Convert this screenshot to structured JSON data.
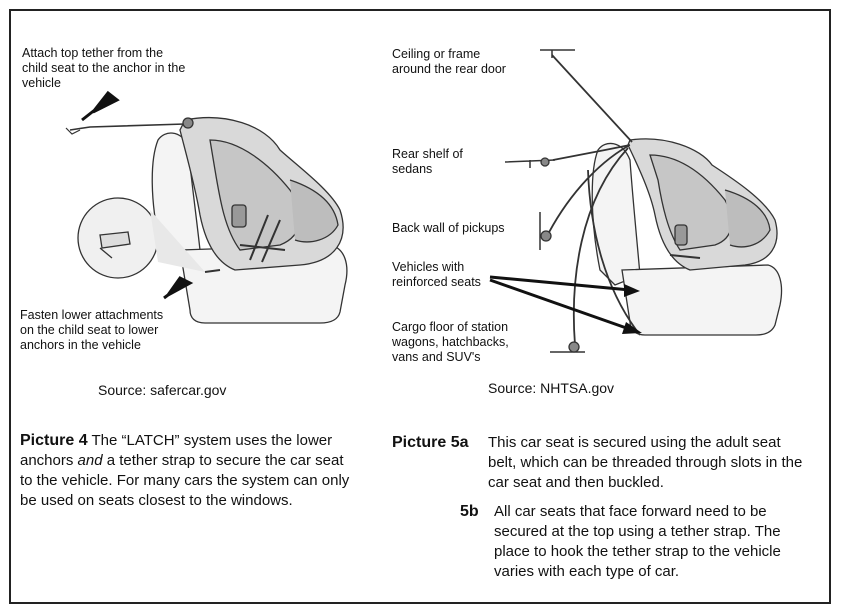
{
  "left_diagram": {
    "label_top": "Attach top tether from the\nchild seat to the anchor in the\nvehicle",
    "label_bottom": "Fasten lower attachments\non the child seat to lower\nanchors in the vehicle",
    "source": "Source:  safercar.gov"
  },
  "right_diagram": {
    "labels": [
      "Ceiling or frame\naround the rear door",
      "Rear shelf of\nsedans",
      "Back wall of pickups",
      "Vehicles with\nreinforced seats",
      "Cargo floor of station\nwagons, hatchbacks,\nvans and SUV's"
    ],
    "source": "Source:  NHTSA.gov"
  },
  "captions": {
    "picture4_title": "Picture 4",
    "picture4_pre": " The “LATCH” system uses the lower anchors ",
    "picture4_em": "and",
    "picture4_post": " a tether strap to secure the car seat to the vehicle.  For many cars the system can only be used on seats closest to the windows.",
    "picture5a_title": "Picture 5a",
    "picture5a_text": "This car seat is secured using the adult seat belt, which can be threaded through slots in the car seat and then buckled.",
    "picture5b_title": "5b",
    "picture5b_text": "All car seats that face forward need to be secured at the top using a tether strap. The place to hook the tether strap to the vehicle varies with each type of car."
  }
}
